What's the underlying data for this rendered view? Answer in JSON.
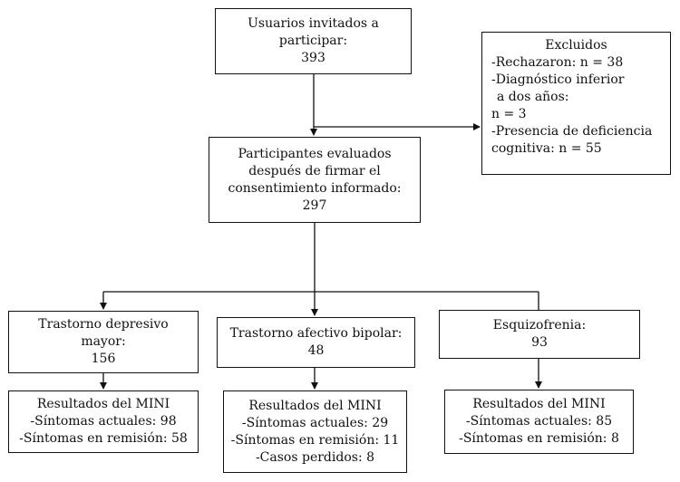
{
  "invited": {
    "lines": [
      "Usuarios invitados a",
      "participar:",
      "393"
    ]
  },
  "excluded": {
    "title": "Excluidos",
    "lines": [
      "-Rechazaron: n = 38",
      "-Diagnóstico inferior",
      "a dos años:",
      "n = 3",
      "-Presencia de deficiencia",
      "cognitiva: n = 55"
    ]
  },
  "evaluated": {
    "lines": [
      "Participantes evaluados",
      "después de firmar el",
      "consentimiento informado:",
      "297"
    ]
  },
  "depressive": {
    "lines": [
      "Trastorno depresivo",
      "mayor:",
      "156"
    ]
  },
  "bipolar": {
    "lines": [
      "Trastorno afectivo bipolar:",
      "48"
    ]
  },
  "schizo": {
    "lines": [
      "Esquizofrenia:",
      "93"
    ]
  },
  "results_depressive": {
    "title_prefix": "Resultados del ",
    "title_mini": "MINI",
    "lines": [
      "-Síntomas actuales:  98",
      "-Síntomas en remisión: 58"
    ]
  },
  "results_bipolar": {
    "title_prefix": "Resultados del ",
    "title_mini": "MINI",
    "lines": [
      "-Síntomas actuales: 29",
      "-Síntomas en remisión: 11",
      "-Casos perdidos: 8"
    ]
  },
  "results_schizo": {
    "title_prefix": "Resultados del ",
    "title_mini": "MINI",
    "lines": [
      "-Síntomas actuales: 85",
      "-Síntomas en remisión: 8"
    ]
  }
}
